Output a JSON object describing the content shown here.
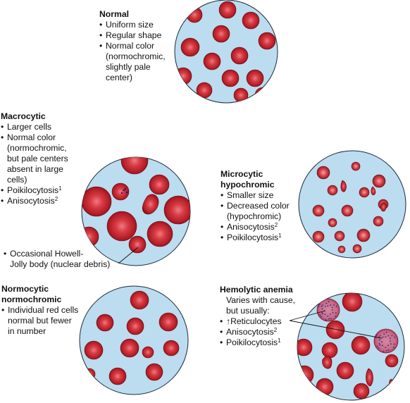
{
  "panels": {
    "normal": {
      "title": "Normal",
      "items": [
        {
          "text": "Uniform size",
          "bullet": true
        },
        {
          "text": "Regular shape",
          "bullet": true
        },
        {
          "text": "Normal color",
          "bullet": true
        },
        {
          "text": "(normochromic,",
          "bullet": false
        },
        {
          "text": "slightly pale",
          "bullet": false
        },
        {
          "text": "center)",
          "bullet": false
        }
      ]
    },
    "macrocytic": {
      "title": "Macrocytic",
      "items": [
        {
          "text": "Larger cells",
          "bullet": true
        },
        {
          "text": "Normal color",
          "bullet": true
        },
        {
          "text": "(normochromic,",
          "bullet": false
        },
        {
          "text": "but pale centers",
          "bullet": false
        },
        {
          "text": "absent in large",
          "bullet": false
        },
        {
          "text": "cells)",
          "bullet": false
        },
        {
          "text": "Poikilocytosis",
          "sup": "1",
          "bullet": true
        },
        {
          "text": "Anisocytosis",
          "sup": "2",
          "bullet": true
        }
      ],
      "note": {
        "items": [
          {
            "text": "Occasional Howell-",
            "bullet": true
          },
          {
            "text": "Jolly body (nuclear debris)",
            "bullet": false
          }
        ]
      }
    },
    "microcytic": {
      "title": "Microcytic hypochromic",
      "title_lines": [
        "Microcytic",
        "hypochromic"
      ],
      "items": [
        {
          "text": "Smaller size",
          "bullet": true
        },
        {
          "text": "Decreased color",
          "bullet": true
        },
        {
          "text": "(hypochromic)",
          "bullet": false
        },
        {
          "text": "Anisocytosis",
          "sup": "2",
          "bullet": true
        },
        {
          "text": "Poikilocytosis",
          "sup": "1",
          "bullet": true
        }
      ]
    },
    "normocytic": {
      "title": "Normocytic normochromic",
      "title_lines": [
        "Normocytic",
        "normochromic"
      ],
      "items": [
        {
          "text": "Individual red cells",
          "bullet": true
        },
        {
          "text": "normal but fewer",
          "bullet": false
        },
        {
          "text": "in number",
          "bullet": false
        }
      ]
    },
    "hemolytic": {
      "title": "Hemolytic anemia",
      "items": [
        {
          "text": "Varies with cause,",
          "bullet": false
        },
        {
          "text": "but usually:",
          "bullet": false
        },
        {
          "text": "↑Reticulocytes",
          "bullet": true
        },
        {
          "text": "Anisocytosis",
          "sup": "2",
          "bullet": true
        },
        {
          "text": "Poikilocytosis",
          "sup": "1",
          "bullet": true
        }
      ]
    }
  },
  "colors": {
    "field_fill": "#bcdcef",
    "field_stroke": "#1a2a3a",
    "cell": "#c0202a",
    "cell_dark": "#7a0c14",
    "cell_light": "#f07a80",
    "reticulocyte_fill": "#c86a86",
    "reticulocyte_dots": "#2a2a8a",
    "leader_line": "#111111"
  }
}
